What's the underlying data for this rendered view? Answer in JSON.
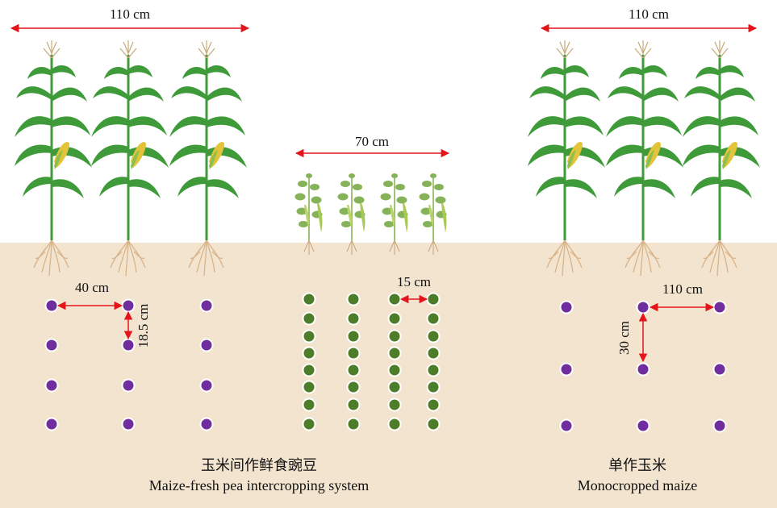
{
  "measurements": {
    "maize_width_left": "110 cm",
    "maize_width_right": "110 cm",
    "pea_width": "70 cm",
    "maize_row_spacing_intercrop": "40 cm",
    "maize_plant_spacing_intercrop": "18.5 cm",
    "pea_row_spacing": "15 cm",
    "maize_row_spacing_mono": "110 cm",
    "maize_plant_spacing_mono": "30 cm"
  },
  "captions": {
    "intercrop_cn": "玉米间作鲜食豌豆",
    "intercrop_en": "Maize-fresh pea intercropping system",
    "mono_cn": "单作玉米",
    "mono_en": "Monocropped maize"
  },
  "colors": {
    "soil": "#f3e4cf",
    "arrow": "#e4141b",
    "maize_dot": "#6f2d9e",
    "pea_dot": "#4e7d2a",
    "leaf": "#3f9b3a",
    "cob": "#e2c33a"
  }
}
